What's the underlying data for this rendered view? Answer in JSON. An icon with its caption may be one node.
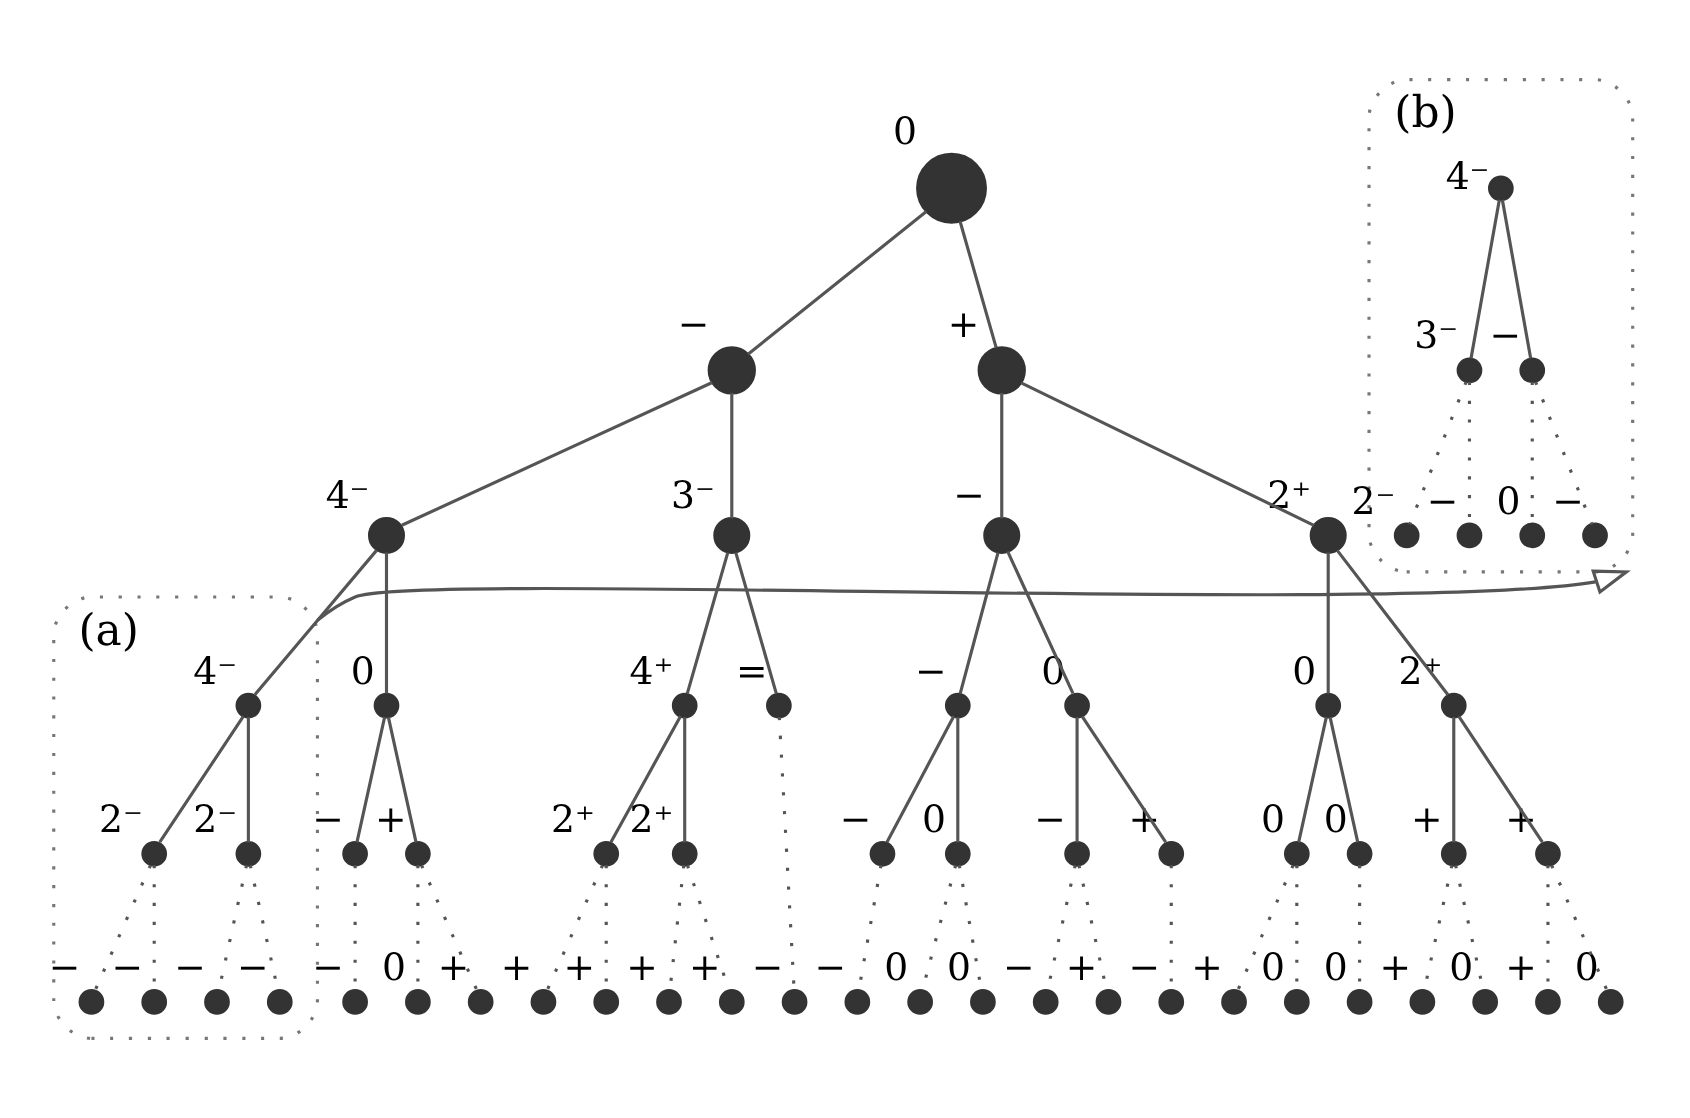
{
  "diagram": {
    "nodes": [
      {
        "text": [],
        "shape": "circle",
        "beside": [
          "0"
        ]
      },
      {
        "text": [],
        "shape": "circle",
        "beside": [
          "−"
        ]
      },
      {
        "text": [],
        "shape": "circle",
        "beside": [
          "+"
        ]
      },
      {
        "text": [],
        "shape": "circle",
        "beside": [
          "4⁻"
        ]
      },
      {
        "text": [],
        "shape": "circle",
        "beside": [
          "3⁻"
        ]
      },
      {
        "text": [],
        "shape": "circle",
        "beside": [
          "−"
        ]
      },
      {
        "text": [],
        "shape": "circle",
        "beside": [
          "2⁺"
        ]
      },
      {
        "text": [
          "(a)"
        ]
      },
      {
        "text": [],
        "shape": "circle",
        "beside": [
          "4⁻"
        ],
        "in": 7
      },
      {
        "text": [],
        "shape": "circle",
        "beside": [
          "0"
        ]
      },
      {
        "text": [],
        "shape": "circle",
        "beside": [
          "4⁺"
        ]
      },
      {
        "text": [],
        "shape": "circle",
        "beside": [
          "="
        ]
      },
      {
        "text": [],
        "shape": "circle",
        "beside": [
          "−"
        ]
      },
      {
        "text": [],
        "shape": "circle",
        "beside": [
          "0"
        ]
      },
      {
        "text": [],
        "shape": "circle",
        "beside": [
          "0"
        ]
      },
      {
        "text": [],
        "shape": "circle",
        "beside": [
          "2⁺"
        ]
      },
      {
        "text": [],
        "shape": "circle",
        "beside": [
          "2⁻"
        ],
        "in": 7
      },
      {
        "text": [],
        "shape": "circle",
        "beside": [
          "2⁻"
        ],
        "in": 7
      },
      {
        "text": [],
        "shape": "circle",
        "beside": [
          "−"
        ]
      },
      {
        "text": [],
        "shape": "circle",
        "beside": [
          "+"
        ]
      },
      {
        "text": [],
        "shape": "circle",
        "beside": [
          "2⁺"
        ]
      },
      {
        "text": [],
        "shape": "circle",
        "beside": [
          "2⁺"
        ]
      },
      {
        "text": [],
        "shape": "circle",
        "beside": [
          "−"
        ]
      },
      {
        "text": [],
        "shape": "circle",
        "beside": [
          "0"
        ]
      },
      {
        "text": [],
        "shape": "circle",
        "beside": [
          "−"
        ]
      },
      {
        "text": [],
        "shape": "circle",
        "beside": [
          "+"
        ]
      },
      {
        "text": [],
        "shape": "circle",
        "beside": [
          "0"
        ]
      },
      {
        "text": [],
        "shape": "circle",
        "beside": [
          "0"
        ]
      },
      {
        "text": [],
        "shape": "circle",
        "beside": [
          "+"
        ]
      },
      {
        "text": [],
        "shape": "circle",
        "beside": [
          "+"
        ]
      },
      {
        "text": [],
        "shape": "circle",
        "beside": [
          "−"
        ],
        "in": 7
      },
      {
        "text": [],
        "shape": "circle",
        "beside": [
          "−"
        ],
        "in": 7
      },
      {
        "text": [],
        "shape": "circle",
        "beside": [
          "−"
        ],
        "in": 7
      },
      {
        "text": [],
        "shape": "circle",
        "beside": [
          "−"
        ],
        "in": 7
      },
      {
        "text": [],
        "shape": "circle",
        "beside": [
          "−"
        ]
      },
      {
        "text": [],
        "shape": "circle",
        "beside": [
          "0"
        ]
      },
      {
        "text": [],
        "shape": "circle",
        "beside": [
          "+"
        ]
      },
      {
        "text": [],
        "shape": "circle",
        "beside": [
          "+"
        ]
      },
      {
        "text": [],
        "shape": "circle",
        "beside": [
          "+"
        ]
      },
      {
        "text": [],
        "shape": "circle",
        "beside": [
          "+"
        ]
      },
      {
        "text": [],
        "shape": "circle",
        "beside": [
          "+"
        ]
      },
      {
        "text": [],
        "shape": "circle",
        "beside": [
          "−"
        ]
      },
      {
        "text": [],
        "shape": "circle",
        "beside": [
          "−"
        ]
      },
      {
        "text": [],
        "shape": "circle",
        "beside": [
          "0"
        ]
      },
      {
        "text": [],
        "shape": "circle",
        "beside": [
          "0"
        ]
      },
      {
        "text": [],
        "shape": "circle",
        "beside": [
          "−"
        ]
      },
      {
        "text": [],
        "shape": "circle",
        "beside": [
          "+"
        ]
      },
      {
        "text": [],
        "shape": "circle",
        "beside": [
          "−"
        ]
      },
      {
        "text": [],
        "shape": "circle",
        "beside": [
          "+"
        ]
      },
      {
        "text": [],
        "shape": "circle",
        "beside": [
          "0"
        ]
      },
      {
        "text": [],
        "shape": "circle",
        "beside": [
          "0"
        ]
      },
      {
        "text": [],
        "shape": "circle",
        "beside": [
          "+"
        ]
      },
      {
        "text": [],
        "shape": "circle",
        "beside": [
          "0"
        ]
      },
      {
        "text": [],
        "shape": "circle",
        "beside": [
          "+"
        ]
      },
      {
        "text": [],
        "shape": "circle",
        "beside": [
          "0"
        ]
      },
      {
        "text": [
          "(b)"
        ]
      },
      {
        "text": [],
        "shape": "circle",
        "beside": [
          "4⁻"
        ],
        "in": 55
      },
      {
        "text": [],
        "shape": "circle",
        "beside": [
          "3⁻"
        ],
        "in": 55
      },
      {
        "text": [],
        "shape": "circle",
        "beside": [
          "−"
        ],
        "in": 55
      },
      {
        "text": [],
        "shape": "circle",
        "beside": [
          "2⁻"
        ],
        "in": 55
      },
      {
        "text": [],
        "shape": "circle",
        "beside": [
          "−"
        ],
        "in": 55
      },
      {
        "text": [],
        "shape": "circle",
        "beside": [
          "0"
        ],
        "in": 55
      },
      {
        "text": [],
        "shape": "circle",
        "beside": [
          "−"
        ],
        "in": 55
      }
    ],
    "edges": [
      {
        "from": 0,
        "to": 1,
        "arrow": "none"
      },
      {
        "from": 0,
        "to": 2,
        "arrow": "none"
      },
      {
        "from": 1,
        "to": 3,
        "arrow": "none"
      },
      {
        "from": 1,
        "to": 4,
        "arrow": "none"
      },
      {
        "from": 2,
        "to": 5,
        "arrow": "none"
      },
      {
        "from": 2,
        "to": 6,
        "arrow": "none"
      },
      {
        "from": 3,
        "to": 8,
        "arrow": "none"
      },
      {
        "from": 3,
        "to": 9,
        "arrow": "none"
      },
      {
        "from": 4,
        "to": 10,
        "arrow": "none"
      },
      {
        "from": 4,
        "to": 11,
        "arrow": "none"
      },
      {
        "from": 5,
        "to": 12,
        "arrow": "none"
      },
      {
        "from": 5,
        "to": 13,
        "arrow": "none"
      },
      {
        "from": 6,
        "to": 14,
        "arrow": "none"
      },
      {
        "from": 6,
        "to": 15,
        "arrow": "none"
      },
      {
        "from": 8,
        "to": 16,
        "arrow": "none"
      },
      {
        "from": 8,
        "to": 17,
        "arrow": "none"
      },
      {
        "from": 9,
        "to": 18,
        "arrow": "none"
      },
      {
        "from": 9,
        "to": 19,
        "arrow": "none"
      },
      {
        "from": 10,
        "to": 20,
        "arrow": "none"
      },
      {
        "from": 10,
        "to": 21,
        "arrow": "none"
      },
      {
        "from": 12,
        "to": 22,
        "arrow": "none"
      },
      {
        "from": 12,
        "to": 23,
        "arrow": "none"
      },
      {
        "from": 13,
        "to": 24,
        "arrow": "none"
      },
      {
        "from": 13,
        "to": 25,
        "arrow": "none"
      },
      {
        "from": 14,
        "to": 26,
        "arrow": "none"
      },
      {
        "from": 14,
        "to": 27,
        "arrow": "none"
      },
      {
        "from": 15,
        "to": 28,
        "arrow": "none"
      },
      {
        "from": 15,
        "to": 29,
        "arrow": "none"
      },
      {
        "from": 16,
        "to": 30,
        "arrow": "none",
        "style": "dashed"
      },
      {
        "from": 16,
        "to": 31,
        "arrow": "none",
        "style": "dashed"
      },
      {
        "from": 17,
        "to": 32,
        "arrow": "none",
        "style": "dashed"
      },
      {
        "from": 17,
        "to": 33,
        "arrow": "none",
        "style": "dashed"
      },
      {
        "from": 18,
        "to": 34,
        "arrow": "none",
        "style": "dashed"
      },
      {
        "from": 19,
        "to": 35,
        "arrow": "none",
        "style": "dashed"
      },
      {
        "from": 19,
        "to": 36,
        "arrow": "none",
        "style": "dashed"
      },
      {
        "from": 20,
        "to": 37,
        "arrow": "none",
        "style": "dashed"
      },
      {
        "from": 20,
        "to": 38,
        "arrow": "none",
        "style": "dashed"
      },
      {
        "from": 21,
        "to": 39,
        "arrow": "none",
        "style": "dashed"
      },
      {
        "from": 21,
        "to": 40,
        "arrow": "none",
        "style": "dashed"
      },
      {
        "from": 11,
        "to": 41,
        "arrow": "none",
        "style": "dashed"
      },
      {
        "from": 22,
        "to": 42,
        "arrow": "none",
        "style": "dashed"
      },
      {
        "from": 23,
        "to": 43,
        "arrow": "none",
        "style": "dashed"
      },
      {
        "from": 23,
        "to": 44,
        "arrow": "none",
        "style": "dashed"
      },
      {
        "from": 24,
        "to": 45,
        "arrow": "none",
        "style": "dashed"
      },
      {
        "from": 24,
        "to": 46,
        "arrow": "none",
        "style": "dashed"
      },
      {
        "from": 25,
        "to": 47,
        "arrow": "none",
        "style": "dashed"
      },
      {
        "from": 26,
        "to": 48,
        "arrow": "none",
        "style": "dashed"
      },
      {
        "from": 26,
        "to": 49,
        "arrow": "none",
        "style": "dashed"
      },
      {
        "from": 27,
        "to": 50,
        "arrow": "none",
        "style": "dashed"
      },
      {
        "from": 28,
        "to": 51,
        "arrow": "none",
        "style": "dashed"
      },
      {
        "from": 28,
        "to": 52,
        "arrow": "none",
        "style": "dashed"
      },
      {
        "from": 29,
        "to": 53,
        "arrow": "none",
        "style": "dashed"
      },
      {
        "from": 29,
        "to": 54,
        "arrow": "none",
        "style": "dashed"
      },
      {
        "from": 56,
        "to": 57,
        "arrow": "none"
      },
      {
        "from": 56,
        "to": 58,
        "arrow": "none"
      },
      {
        "from": 57,
        "to": 59,
        "arrow": "none",
        "style": "dashed"
      },
      {
        "from": 57,
        "to": 60,
        "arrow": "none",
        "style": "dashed"
      },
      {
        "from": 58,
        "to": 61,
        "arrow": "none",
        "style": "dashed"
      },
      {
        "from": 58,
        "to": 62,
        "arrow": "none",
        "style": "dashed"
      },
      {
        "from": 7,
        "to": 55,
        "arrow": "to"
      }
    ]
  }
}
